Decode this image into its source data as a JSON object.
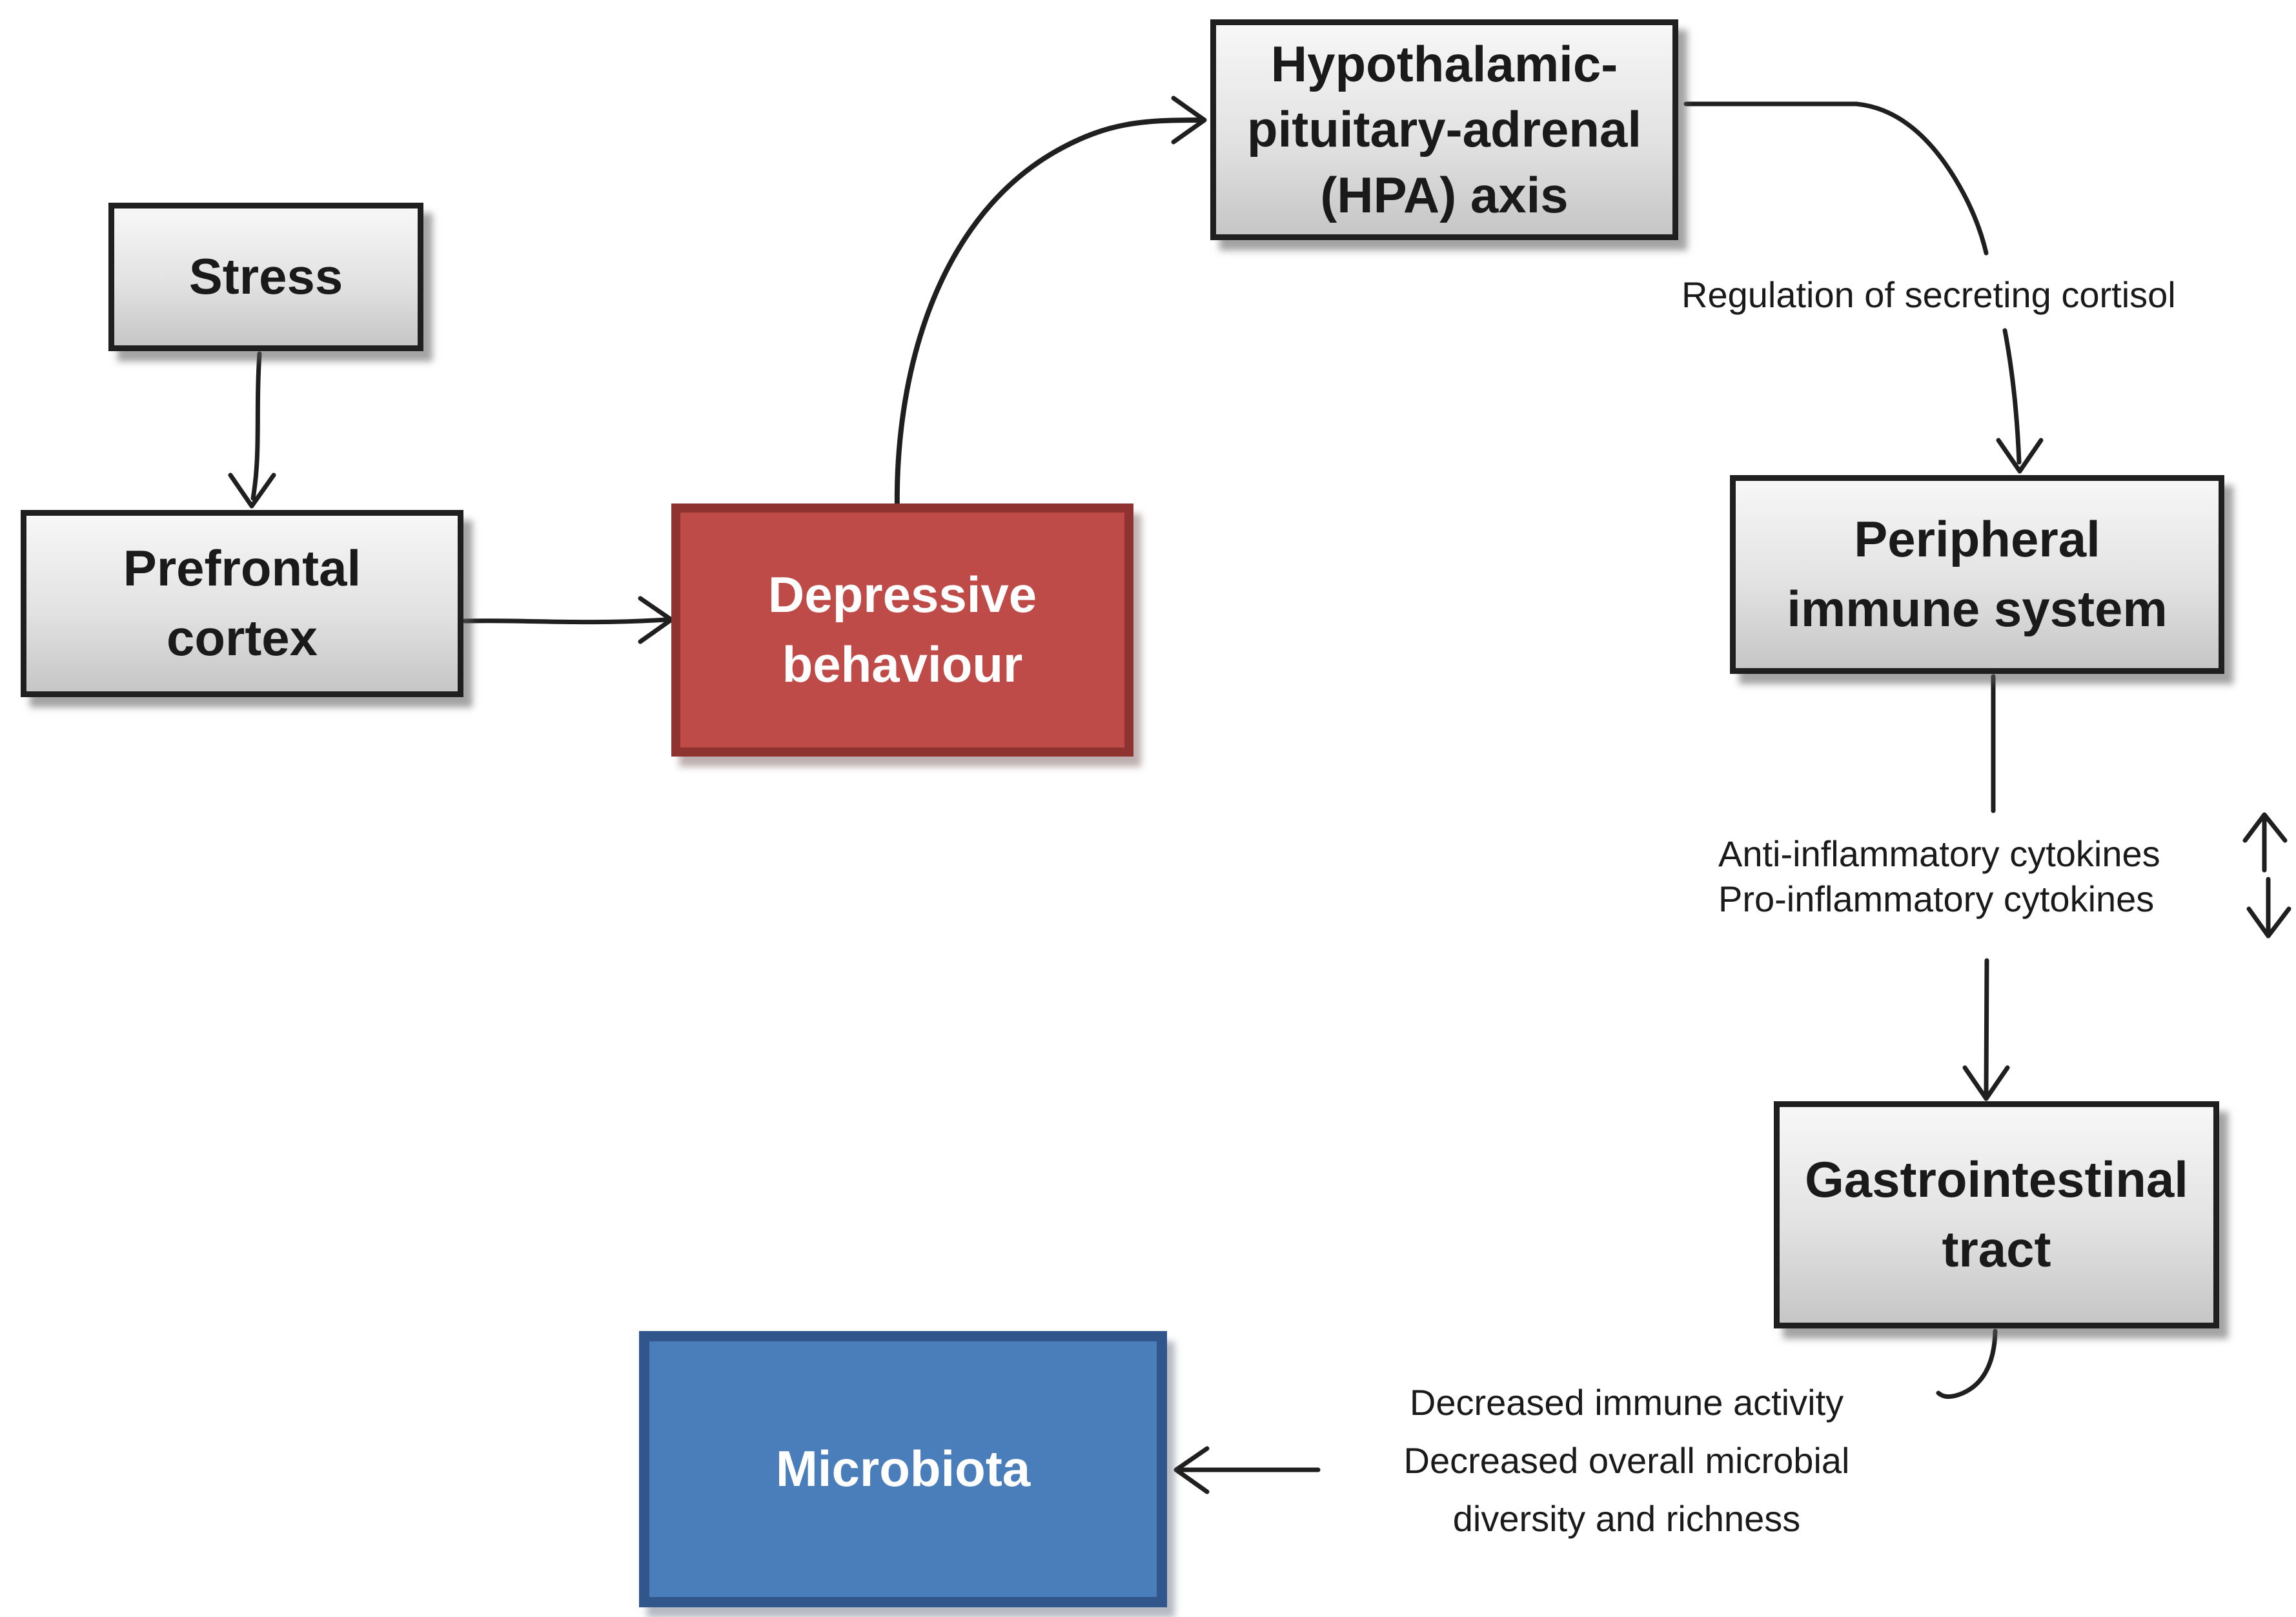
{
  "title": "Stress, depressive behaviour and gut microbiota pathway diagram",
  "colors": {
    "background": "#ffffff",
    "gray_box_top": "#f7f7f7",
    "gray_box_bottom": "#c6c6c6",
    "gray_box_border": "#1f1f1f",
    "red_fill": "#bf4b48",
    "red_border": "#8e3330",
    "blue_fill": "#4a7ebb",
    "blue_border": "#30568c",
    "arrow": "#1f1f1f",
    "text_dark": "#1a1a1a",
    "text_light": "#ffffff"
  },
  "nodes": {
    "stress": {
      "label": "Stress"
    },
    "prefrontal": {
      "line1": "Prefrontal",
      "line2": "cortex"
    },
    "depressive": {
      "line1": "Depressive",
      "line2": "behaviour"
    },
    "hpa": {
      "line1": "Hypothalamic-",
      "line2": "pituitary-adrenal",
      "line3": "(HPA) axis"
    },
    "peripheral": {
      "line1": "Peripheral",
      "line2": "immune system"
    },
    "gastro": {
      "line1": "Gastrointestinal",
      "line2": "tract"
    },
    "microbiota": {
      "label": "Microbiota"
    }
  },
  "annotations": {
    "regulation": "Regulation of secreting cortisol",
    "anti_inflammatory": "Anti-inflammatory cytokines",
    "anti_inflammatory_direction": "up",
    "pro_inflammatory": "Pro-inflammatory cytokines",
    "pro_inflammatory_direction": "down",
    "decreased_line1": "Decreased immune activity",
    "decreased_line2": "Decreased overall microbial",
    "decreased_line3": "diversity and richness"
  },
  "edges": [
    {
      "from": "stress",
      "to": "prefrontal"
    },
    {
      "from": "prefrontal",
      "to": "depressive"
    },
    {
      "from": "depressive",
      "to": "hpa"
    },
    {
      "from": "hpa",
      "to": "peripheral",
      "label": "Regulation of secreting cortisol"
    },
    {
      "from": "peripheral",
      "to": "gastro",
      "label": "Anti-inflammatory cytokines up, Pro-inflammatory cytokines down"
    },
    {
      "from": "gastro",
      "to": "microbiota",
      "label": "Decreased immune activity, Decreased overall microbial diversity and richness"
    }
  ]
}
